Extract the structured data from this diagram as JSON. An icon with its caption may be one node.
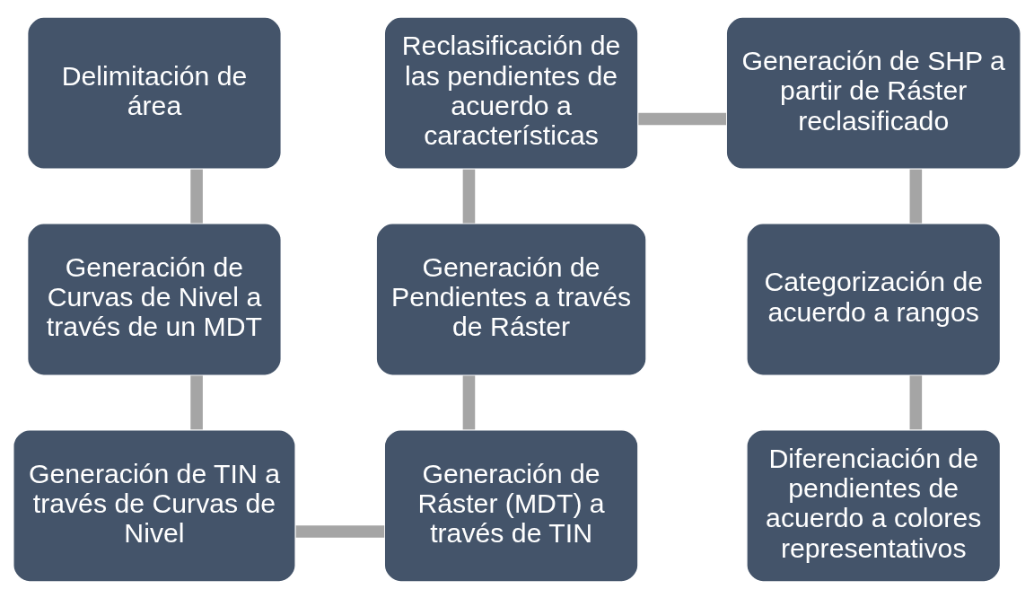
{
  "diagram": {
    "nodes": [
      {
        "text": [
          "Delimitación de área"
        ]
      },
      {
        "text": [
          "Generación de Curvas de Nivel a través de un MDT"
        ]
      },
      {
        "text": [
          "Generación de TIN a través de Curvas de Nivel"
        ]
      },
      {
        "text": [
          "Generación de Ráster (MDT) a través de TIN"
        ]
      },
      {
        "text": [
          "Generación de Pendientes a través de Ráster"
        ]
      },
      {
        "text": [
          "Reclasificación de las pendientes de acuerdo a características"
        ]
      },
      {
        "text": [
          "Generación de SHP a partir de Ráster reclasificado"
        ]
      },
      {
        "text": [
          "Categorización de acuerdo a rangos"
        ]
      },
      {
        "text": [
          "Diferenciación de pendientes de acuerdo a colores representativos"
        ]
      }
    ],
    "edges": [
      {
        "from": 0,
        "to": 1,
        "arrow": "none"
      },
      {
        "from": 1,
        "to": 2,
        "arrow": "none"
      },
      {
        "from": 2,
        "to": 3,
        "arrow": "none"
      },
      {
        "from": 3,
        "to": 4,
        "arrow": "none"
      },
      {
        "from": 4,
        "to": 5,
        "arrow": "none"
      },
      {
        "from": 5,
        "to": 6,
        "arrow": "none"
      },
      {
        "from": 6,
        "to": 7,
        "arrow": "none"
      },
      {
        "from": 7,
        "to": 8,
        "arrow": "none"
      }
    ]
  }
}
